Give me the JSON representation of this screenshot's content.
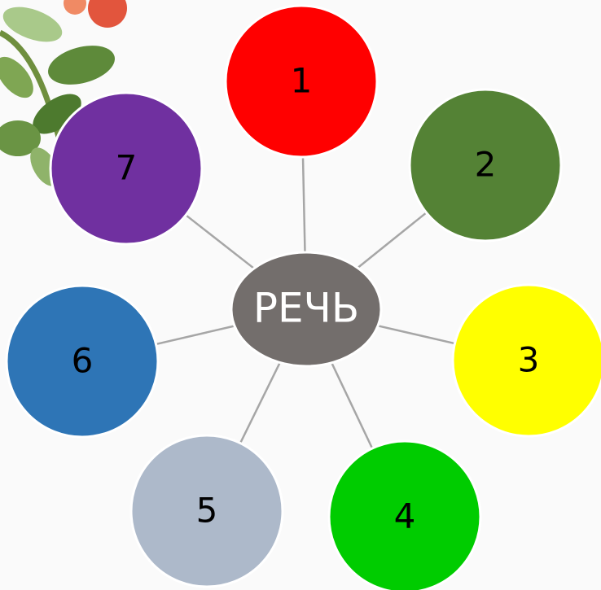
{
  "diagram": {
    "center": {
      "label": "РЕЧЬ",
      "color": "#736e6c",
      "text_color": "#ffffff"
    },
    "connector_color": "#a6a6a6",
    "nodes": [
      {
        "label": "1",
        "color": "#ff0000"
      },
      {
        "label": "2",
        "color": "#548235"
      },
      {
        "label": "3",
        "color": "#ffff00"
      },
      {
        "label": "4",
        "color": "#00cc00"
      },
      {
        "label": "5",
        "color": "#adb9ca"
      },
      {
        "label": "6",
        "color": "#2e75b6"
      },
      {
        "label": "7",
        "color": "#7030a0"
      }
    ]
  },
  "decoration": {
    "leaf_color": "#5e8a3a",
    "berry_color": "#e2553d"
  }
}
